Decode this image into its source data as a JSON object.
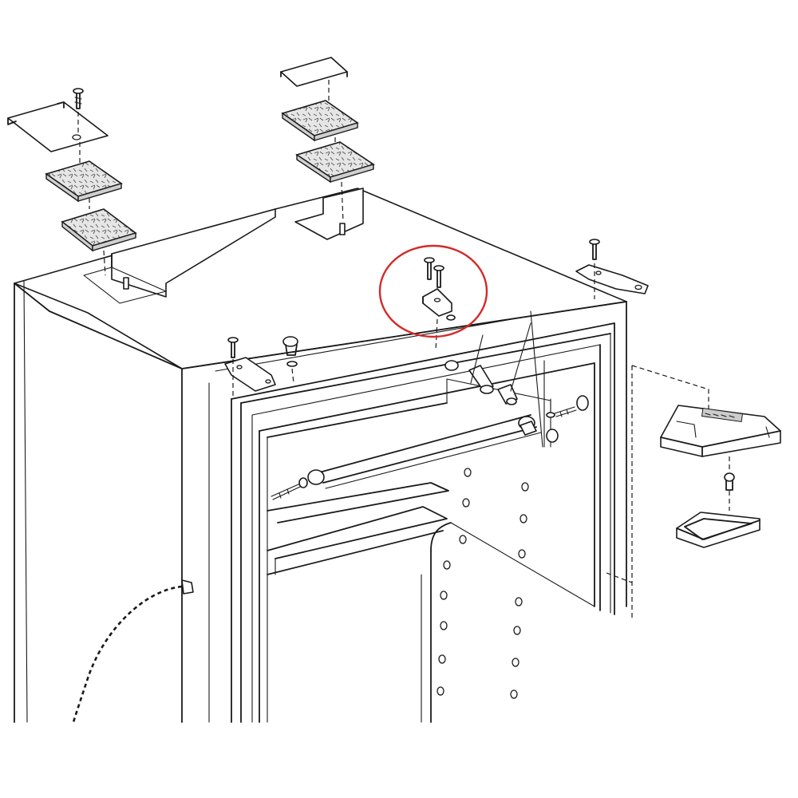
{
  "diagram": {
    "subject": "exploded-view",
    "highlight": {
      "shape": "ellipse",
      "color": "#d42a2a",
      "target": "center-hinge-bracket"
    },
    "colors": {
      "line": "#1a1a1a",
      "background": "#ffffff",
      "highlight": "#d42a2a"
    }
  }
}
